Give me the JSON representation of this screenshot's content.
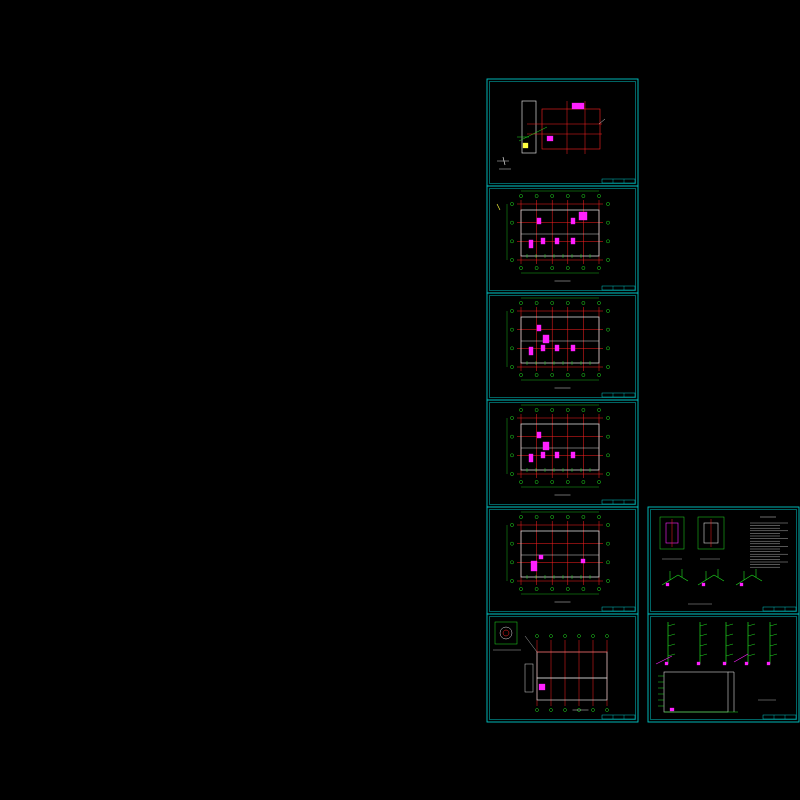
{
  "drawing": {
    "background": "#000000",
    "colors": {
      "frame": "#00c8c8",
      "axis": "#ff2020",
      "wall": "#d8d8d8",
      "dim": "#20e020",
      "equipment": "#ff20ff",
      "note": "#ffff40",
      "riser": "#20e020"
    },
    "sheets": [
      {
        "name": "site-plan-sheet",
        "kind": "site"
      },
      {
        "name": "floor-plan-sheet-1",
        "kind": "floor-plan"
      },
      {
        "name": "floor-plan-sheet-2",
        "kind": "floor-plan"
      },
      {
        "name": "floor-plan-sheet-3",
        "kind": "floor-plan"
      },
      {
        "name": "floor-plan-sheet-4",
        "kind": "floor-plan"
      },
      {
        "name": "roof-plan-sheet",
        "kind": "roof-plan"
      },
      {
        "name": "detail-and-notes-sheet",
        "kind": "details"
      },
      {
        "name": "system-diagram-sheet",
        "kind": "system"
      }
    ]
  }
}
